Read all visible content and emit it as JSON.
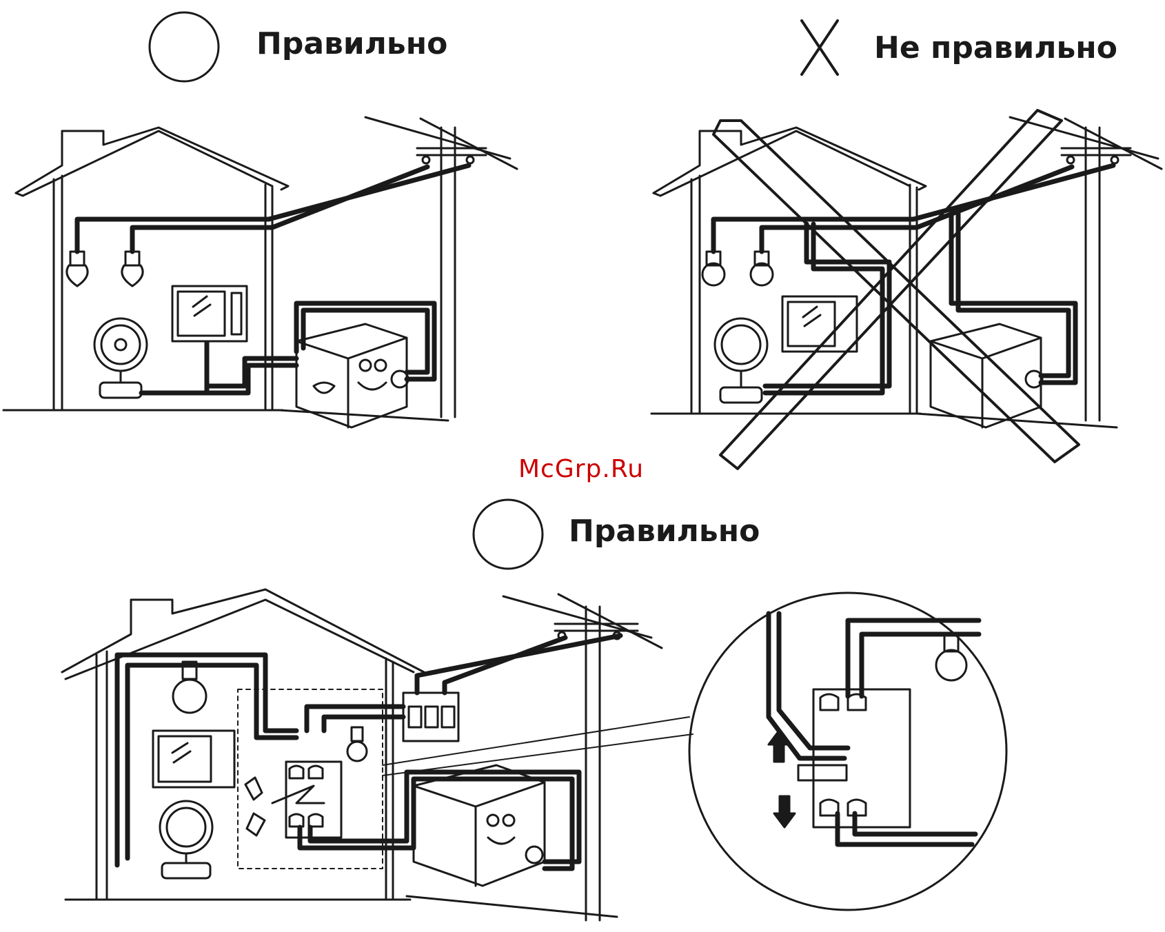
{
  "panels": {
    "top_left": {
      "verdict_symbol": "circle",
      "label": "Правильно"
    },
    "top_right": {
      "verdict_symbol": "cross",
      "label": "Не правильно"
    },
    "bottom": {
      "verdict_symbol": "circle",
      "label": "Правильно"
    }
  },
  "watermark": "McGrp.Ru",
  "colors": {
    "ink": "#1a1a1a",
    "watermark": "#cc0000",
    "background": "#ffffff"
  }
}
